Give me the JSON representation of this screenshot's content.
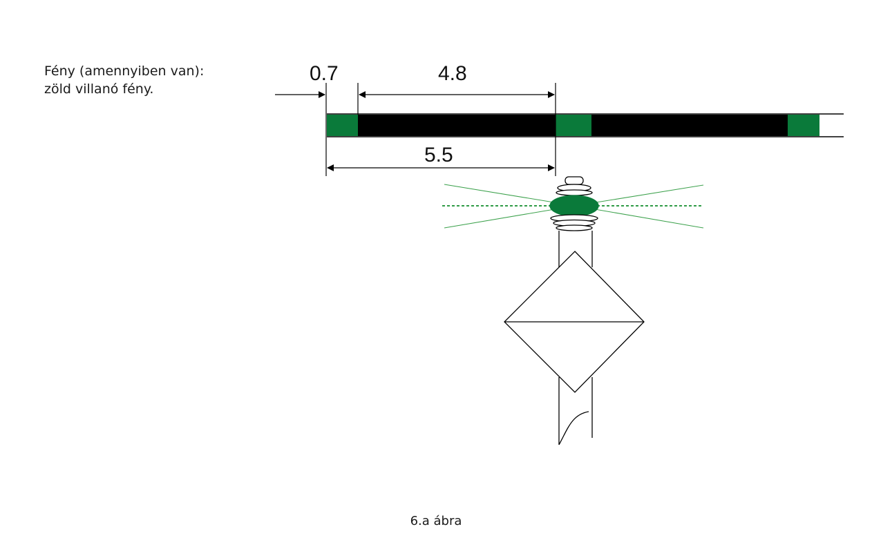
{
  "description": {
    "line1": "Fény (amennyiben van):",
    "line2": "zöld villanó fény."
  },
  "timing": {
    "flash_label": "0.7",
    "eclipse_label": "4.8",
    "period_label": "5.5"
  },
  "colors": {
    "light": "#0a7a3a",
    "dark": "#000000"
  },
  "caption": "6.a ábra"
}
